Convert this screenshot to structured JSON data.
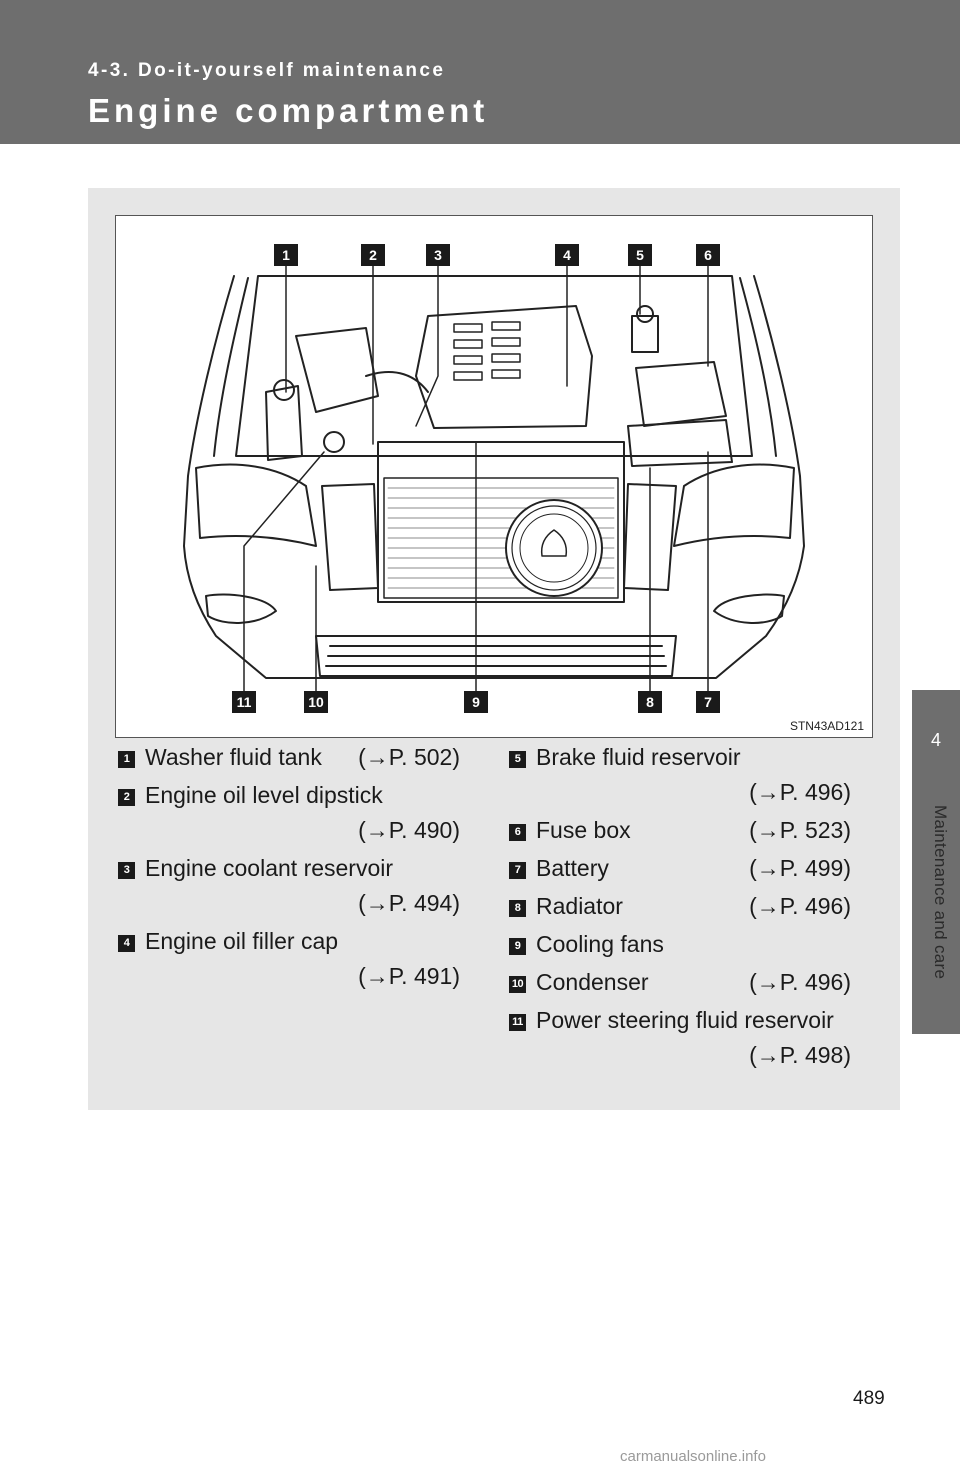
{
  "header": {
    "section": "4-3. Do-it-yourself maintenance",
    "title": "Engine compartment"
  },
  "side_tab": {
    "number": "4",
    "label": "Maintenance and care"
  },
  "figure": {
    "code": "STN43AD121",
    "callouts": [
      "1",
      "2",
      "3",
      "4",
      "5",
      "6",
      "7",
      "8",
      "9",
      "10",
      "11"
    ]
  },
  "legend": {
    "left": [
      {
        "num": "1",
        "label": "Washer fluid tank",
        "ref": "(→P. 502)"
      },
      {
        "num": "2",
        "label": "Engine oil level dipstick",
        "ref": "(→P. 490)"
      },
      {
        "num": "3",
        "label": "Engine coolant reservoir",
        "ref": "(→P. 494)"
      },
      {
        "num": "4",
        "label": "Engine oil filler cap",
        "ref": "(→P. 491)"
      }
    ],
    "right": [
      {
        "num": "5",
        "label": "Brake fluid reservoir",
        "ref": "(→P. 496)"
      },
      {
        "num": "6",
        "label": "Fuse box",
        "ref": "(→P. 523)"
      },
      {
        "num": "7",
        "label": "Battery",
        "ref": "(→P. 499)"
      },
      {
        "num": "8",
        "label": "Radiator",
        "ref": "(→P. 496)"
      },
      {
        "num": "9",
        "label": "Cooling fans",
        "ref": ""
      },
      {
        "num": "10",
        "label": "Condenser",
        "ref": "(→P. 496)"
      },
      {
        "num": "11",
        "label": "Power steering fluid reservoir",
        "ref": "(→P. 498)"
      }
    ]
  },
  "page_number": "489",
  "watermark": "carmanualsonline.info"
}
